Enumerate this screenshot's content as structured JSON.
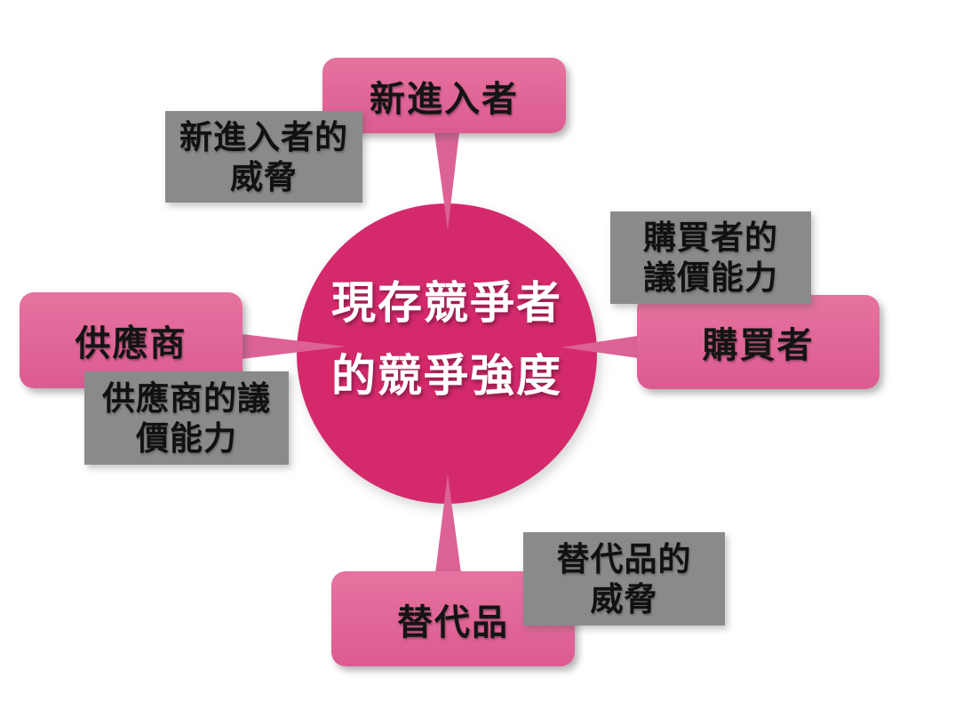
{
  "colors": {
    "canvas-bg": "#ffffff",
    "circle-fill": "#d42a6c",
    "circle-text": "#ffffff",
    "connector-fill": "#dc6295",
    "force-box-top": "#e5739f",
    "force-box-bottom": "#dc5b91",
    "force-text": "#141414",
    "note-box-fill": "#8a8a8a",
    "note-text": "#111111"
  },
  "center": {
    "line1": "現存競爭者",
    "line2": "的競爭強度"
  },
  "forces": {
    "new_entrants": {
      "label": "新進入者",
      "note": {
        "line1": "新進入者的",
        "line2": "威脅"
      }
    },
    "buyers": {
      "label": "購買者",
      "note": {
        "line1": "購買者的",
        "line2": "議價能力"
      }
    },
    "suppliers": {
      "label": "供應商",
      "note": {
        "line1": "供應商的議",
        "line2": "價能力"
      }
    },
    "substitutes": {
      "label": "替代品",
      "note": {
        "line1": "替代品的",
        "line2": "威脅"
      }
    }
  }
}
